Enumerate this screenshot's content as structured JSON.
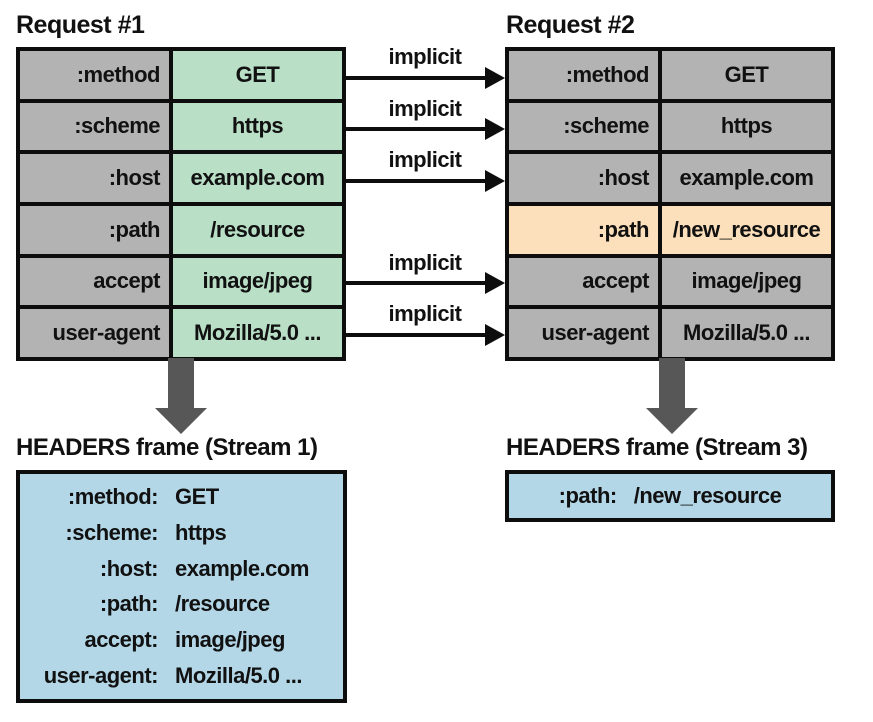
{
  "request1": {
    "title": "Request #1",
    "rows": [
      {
        "name": ":method",
        "value": "GET"
      },
      {
        "name": ":scheme",
        "value": "https"
      },
      {
        "name": ":host",
        "value": "example.com"
      },
      {
        "name": ":path",
        "value": "/resource"
      },
      {
        "name": "accept",
        "value": "image/jpeg"
      },
      {
        "name": "user-agent",
        "value": "Mozilla/5.0 ..."
      }
    ]
  },
  "request2": {
    "title": "Request #2",
    "rows": [
      {
        "name": ":method",
        "value": "GET",
        "highlight": false
      },
      {
        "name": ":scheme",
        "value": "https",
        "highlight": false
      },
      {
        "name": ":host",
        "value": "example.com",
        "highlight": false
      },
      {
        "name": ":path",
        "value": "/new_resource",
        "highlight": true
      },
      {
        "name": "accept",
        "value": "image/jpeg",
        "highlight": false
      },
      {
        "name": "user-agent",
        "value": "Mozilla/5.0 ...",
        "highlight": false
      }
    ]
  },
  "arrows": {
    "label": "implicit",
    "connected_rows": [
      ":method",
      ":scheme",
      ":host",
      "accept",
      "user-agent"
    ]
  },
  "frame1": {
    "label": "HEADERS frame (Stream 1)",
    "entries": [
      {
        "name": ":method:",
        "value": "GET"
      },
      {
        "name": ":scheme:",
        "value": "https"
      },
      {
        "name": ":host:",
        "value": "example.com"
      },
      {
        "name": ":path:",
        "value": "/resource"
      },
      {
        "name": "accept:",
        "value": "image/jpeg"
      },
      {
        "name": "user-agent:",
        "value": "Mozilla/5.0 ..."
      }
    ]
  },
  "frame2": {
    "label": "HEADERS frame (Stream 3)",
    "entries": [
      {
        "name": ":path:",
        "value": "/new_resource"
      }
    ]
  },
  "colors": {
    "gray": "#b3b3b3",
    "green": "#b9dfc7",
    "orange": "#fcdfbb",
    "blue": "#b4d7e8",
    "darkgray": "#575757"
  }
}
